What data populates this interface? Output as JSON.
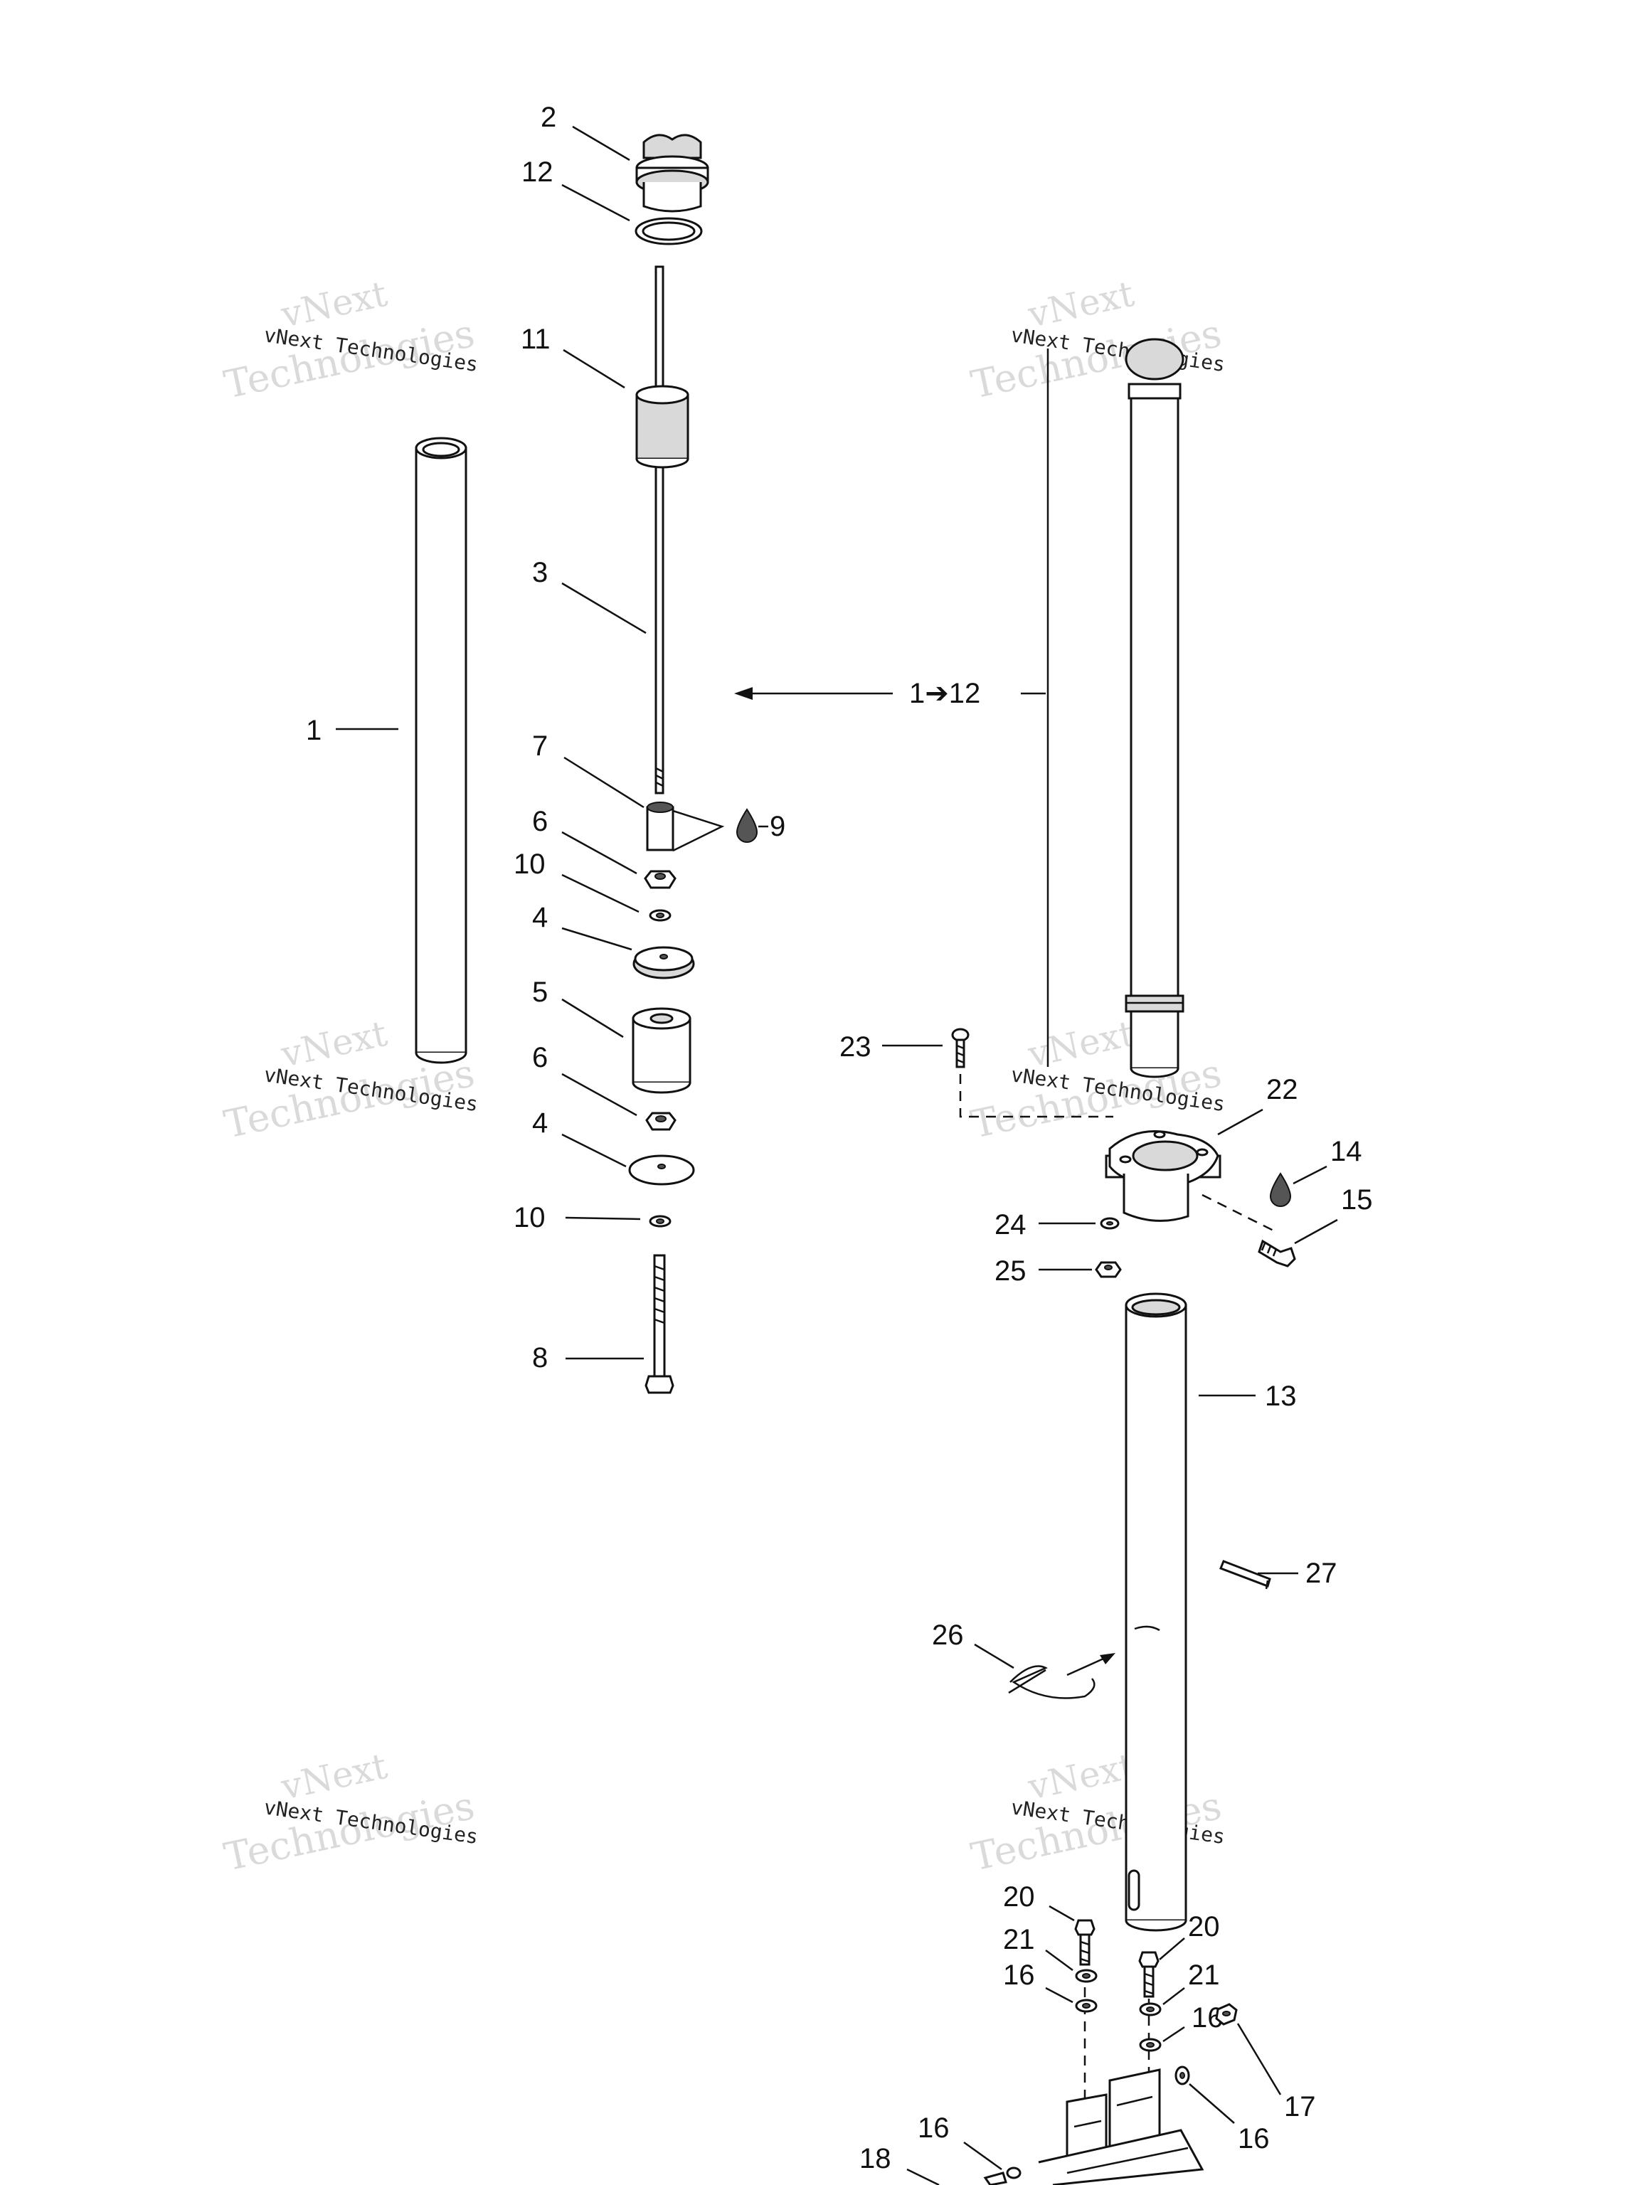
{
  "watermark": {
    "line1": "vNext",
    "line2": "Technologies",
    "small": "vNext Technologies",
    "color": "#bdbdbd"
  },
  "callouts": {
    "c1": "1",
    "c2": "2",
    "c3": "3",
    "c4a": "4",
    "c4b": "4",
    "c5": "5",
    "c6a": "6",
    "c6b": "6",
    "c7": "7",
    "c8": "8",
    "c9": "9",
    "c10a": "10",
    "c10b": "10",
    "c11": "11",
    "c12": "12",
    "c1to12": "1➔12",
    "c13": "13",
    "c14": "14",
    "c15": "15",
    "c16a": "16",
    "c16b": "16",
    "c16c": "16",
    "c16d": "16",
    "c17": "17",
    "c18": "18",
    "c20a": "20",
    "c20b": "20",
    "c21a": "21",
    "c21b": "21",
    "c22": "22",
    "c23": "23",
    "c24": "24",
    "c25": "25",
    "c26": "26",
    "c27": "27"
  },
  "icons": {
    "grease": "oil-drop-icon"
  }
}
